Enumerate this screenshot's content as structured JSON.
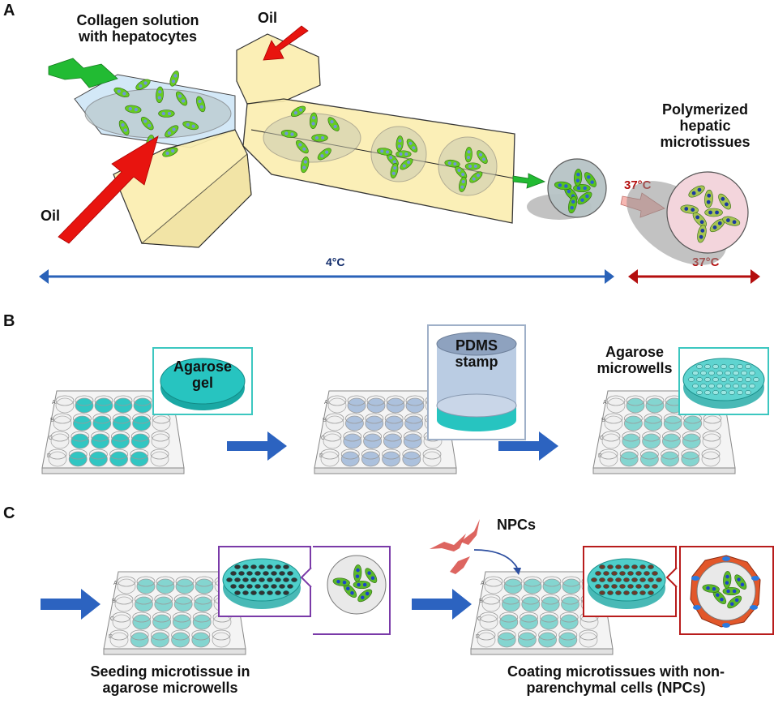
{
  "panels": {
    "A": {
      "letter": "A",
      "labels": {
        "collagen": "Collagen solution with hepatocytes",
        "collagen_line1": "Collagen solution",
        "collagen_line2": "with hepatocytes",
        "oil_top": "Oil",
        "oil_left": "Oil",
        "polymerized_line1": "Polymerized",
        "polymerized_line2": "hepatic",
        "polymerized_line3": "microtissues",
        "temp_transition": "37°C",
        "range_cold": "4°C",
        "range_warm": "37°C"
      },
      "colors": {
        "channel": "#fbeeb0",
        "inlet_channel": "#cfe6f7",
        "cell": "#66cc22",
        "nucleus": "#6f95d6",
        "oil_arrow": "#e8140f",
        "collagen_arrow": "#22bb33",
        "cold_range": "#2a62b8",
        "warm_range": "#b40e0e",
        "warm_arrow": "#f6b7b2",
        "polymerized_droplet": "#f3d5dc"
      }
    },
    "B": {
      "letter": "B",
      "labels": {
        "agarose_gel_line1": "Agarose",
        "agarose_gel_line2": "gel",
        "pdms_line1": "PDMS",
        "pdms_line2": "stamp",
        "microwells_line1": "Agarose",
        "microwells_line2": "microwells"
      },
      "plate_row_labels": [
        "A",
        "B",
        "C",
        "D"
      ],
      "colors": {
        "agarose": "#27c4c0",
        "pdms": "#a9bfdc",
        "inset_border_teal": "#3cc7c0",
        "inset_border_grey": "#9fb0c8",
        "step_arrow": "#2c63c0"
      }
    },
    "C": {
      "letter": "C",
      "labels": {
        "npcs": "NPCs",
        "seeding_line1": "Seeding microtissue in",
        "seeding_line2": "agarose microwells",
        "coating_line1": "Coating microtissues with non-",
        "coating_line2": "parenchymal cells (NPCs)"
      },
      "colors": {
        "inset_border_purple": "#7a3aa8",
        "inset_border_red": "#b81c1c",
        "npc_cell": "#d9544f",
        "npc_coating": "#e2572a"
      }
    }
  }
}
